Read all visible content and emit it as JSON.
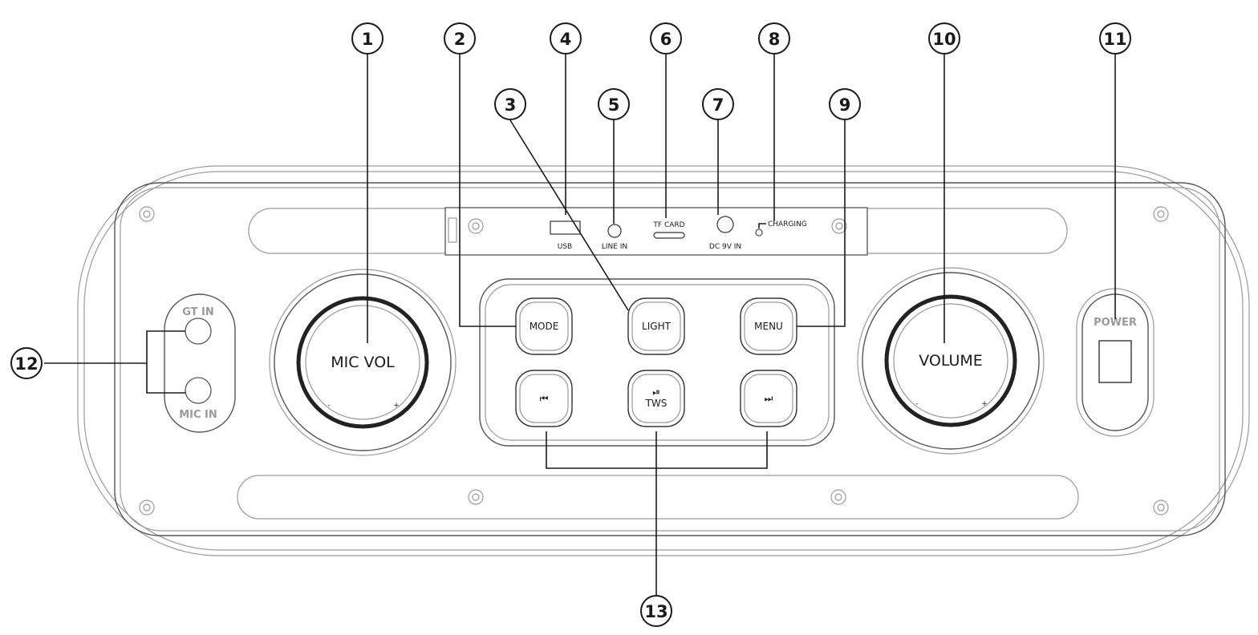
{
  "callouts": [
    {
      "number": "1",
      "target": "MIC VOL knob"
    },
    {
      "number": "2",
      "target": "MODE button"
    },
    {
      "number": "3",
      "target": "LIGHT button"
    },
    {
      "number": "4",
      "target": "USB port"
    },
    {
      "number": "5",
      "target": "LINE IN jack"
    },
    {
      "number": "6",
      "target": "TF CARD slot"
    },
    {
      "number": "7",
      "target": "DC 9V IN jack"
    },
    {
      "number": "8",
      "target": "CHARGING indicator"
    },
    {
      "number": "9",
      "target": "MENU button"
    },
    {
      "number": "10",
      "target": "VOLUME knob"
    },
    {
      "number": "11",
      "target": "POWER switch"
    },
    {
      "number": "12",
      "target": "GT IN / MIC IN jacks"
    },
    {
      "number": "13",
      "target": "playback buttons"
    }
  ],
  "ports": {
    "usb": "USB",
    "line_in": "LINE IN",
    "tf_card": "TF CARD",
    "dc_in": "DC 9V IN",
    "charging": "CHARGING"
  },
  "knobs": {
    "mic_vol": {
      "label": "MIC VOL",
      "minus": "-",
      "plus": "+"
    },
    "volume": {
      "label": "VOLUME",
      "minus": "-",
      "plus": "+"
    }
  },
  "buttons": {
    "mode": "MODE",
    "light": "LIGHT",
    "menu": "MENU",
    "prev_icon": "⏮",
    "play_icon": "⏯",
    "play_label": "TWS",
    "next_icon": "⏭"
  },
  "side_inputs": {
    "gt_in": "GT IN",
    "mic_in": "MIC IN"
  },
  "power": {
    "label": "POWER"
  },
  "icons": [
    "previous-track-icon",
    "play-pause-icon",
    "next-track-icon"
  ],
  "colors": {
    "line": "#1a1a1a",
    "outline": "#9a9a9a"
  }
}
